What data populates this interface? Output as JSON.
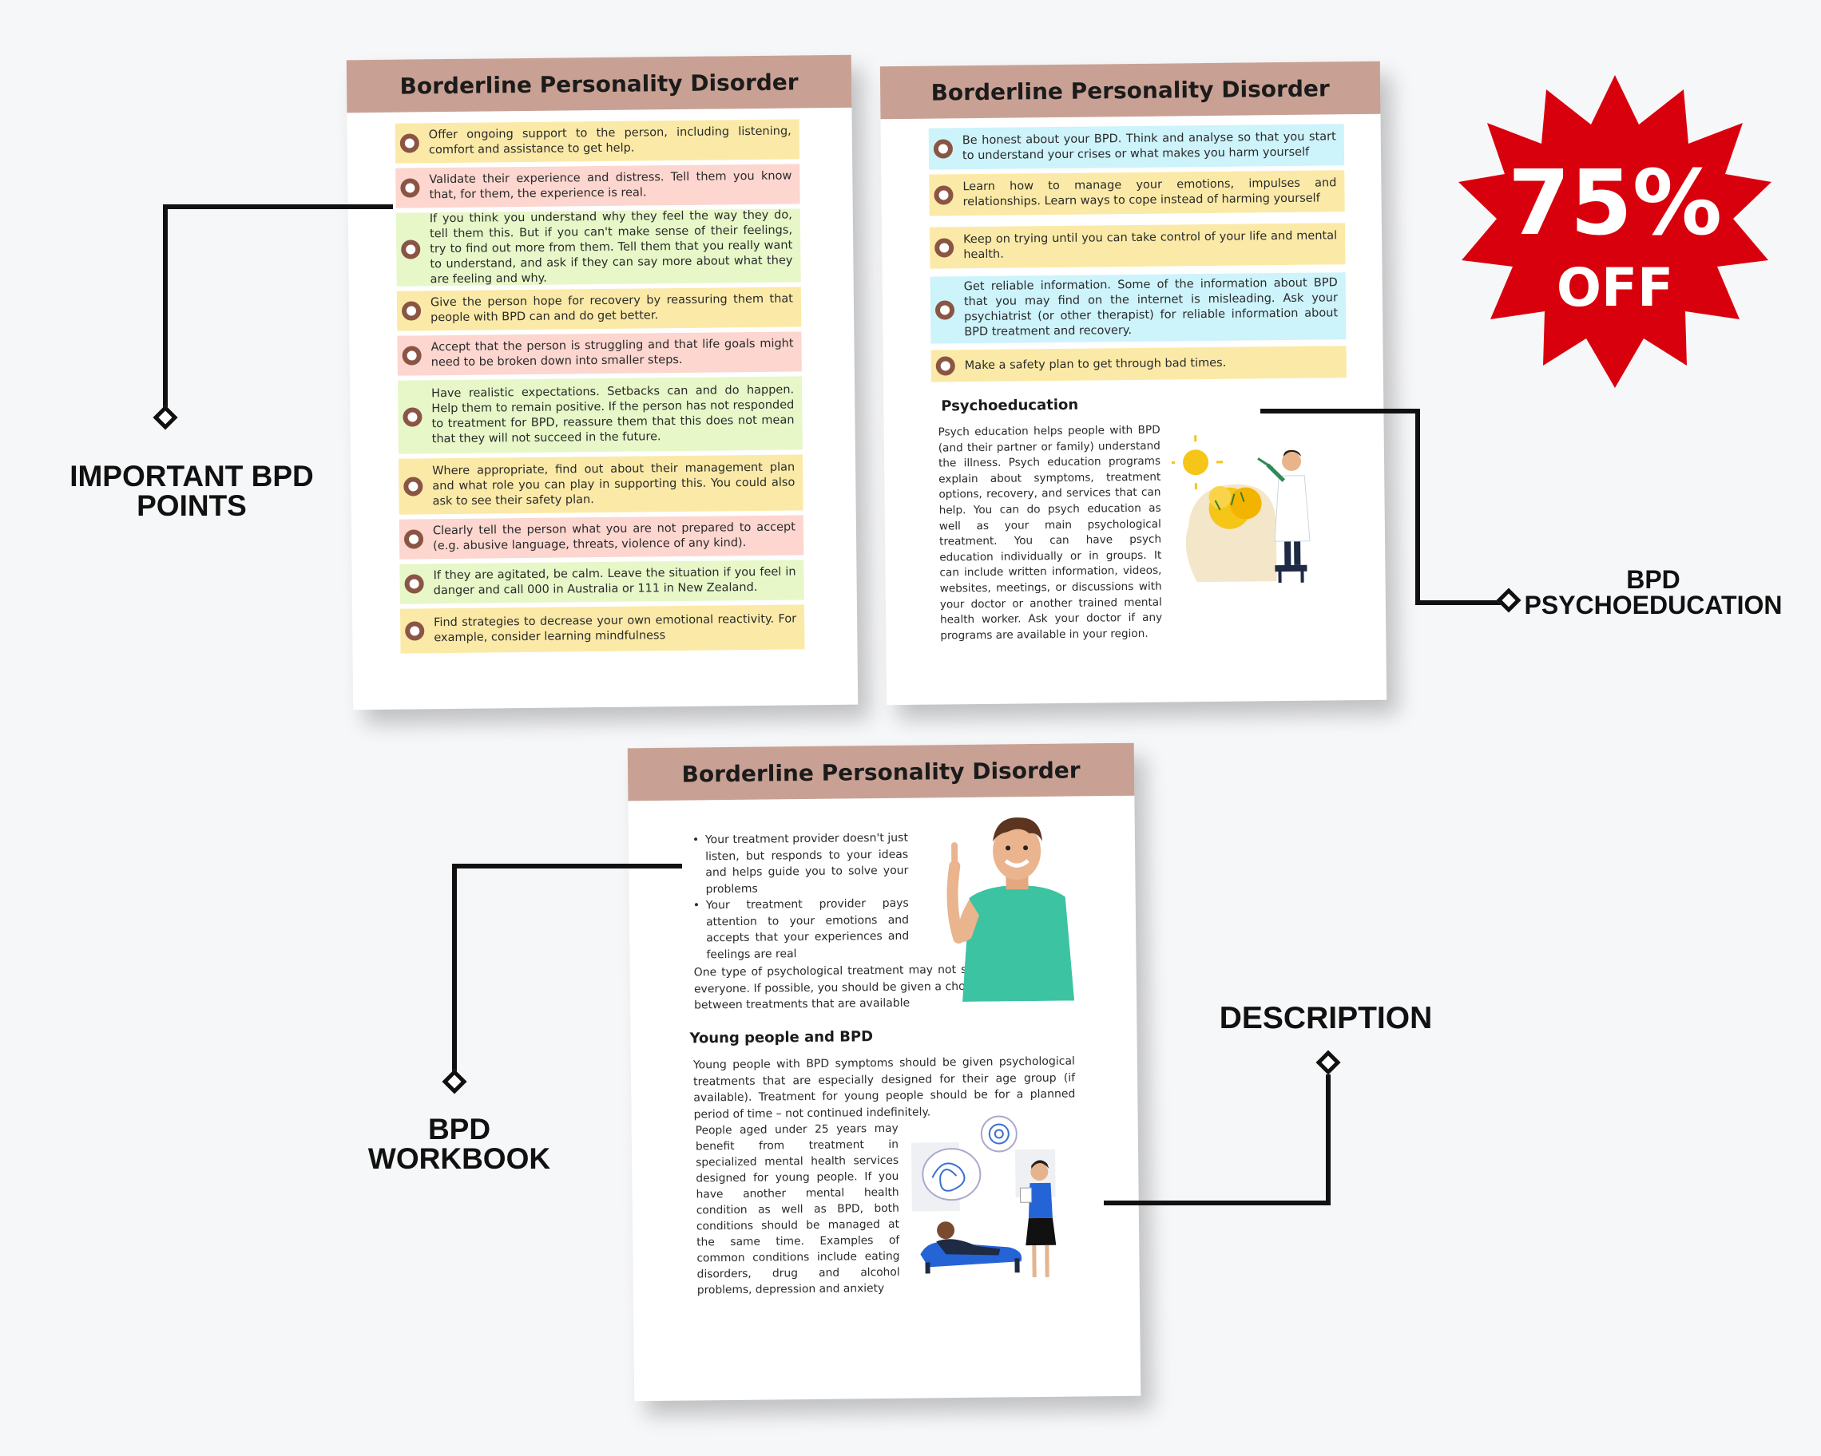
{
  "badge": {
    "line1": "75%",
    "line2": "OFF",
    "color": "#d9000d"
  },
  "labels": {
    "important_points": [
      "IMPORTANT BPD",
      "POINTS"
    ],
    "psychoeducation": [
      "BPD",
      "PSYCHOEDUCATION"
    ],
    "workbook": [
      "BPD",
      "WORKBOOK"
    ],
    "description": "DESCRIPTION"
  },
  "page1": {
    "title": "Borderline Personality Disorder",
    "tips": [
      "Offer ongoing support to the person, including listening, comfort and assistance to get help.",
      "Validate their experience and distress. Tell them you know that, for them, the experience is real.",
      "If you think you understand why they feel the way they do, tell them this. But if you can't make sense of their feelings, try to find out more from them. Tell them that you really want to understand, and ask if they can say more about what they are feeling and why.",
      "Give the person hope for recovery by reassuring them that people with BPD can and do get better.",
      "Accept that the person is struggling and that life goals might need to be broken down into smaller steps.",
      "Have realistic expectations. Setbacks can and do happen. Help them to remain positive. If the person has not responded to treatment for BPD, reassure them that this does not mean that they will not succeed in the future.",
      "Where appropriate, find out about their management plan and what role you can play in supporting this. You could also ask to see their safety plan.",
      "Clearly tell the person what you are not prepared to accept (e.g. abusive language, threats, violence of any kind).",
      "If they are agitated, be calm. Leave the situation if you feel in danger and call 000 in Australia or 111 in New Zealand.",
      "Find strategies to decrease your own emotional reactivity. For example, consider learning mindfulness"
    ]
  },
  "page2": {
    "title": "Borderline Personality Disorder",
    "tips": [
      "Be honest about your BPD. Think and analyse so that you start to understand your crises or what makes you harm yourself",
      "Learn how to manage your emotions, impulses and relationships. Learn ways to cope instead of harming yourself",
      "Keep on trying until you can take control of your life and mental health.",
      "Get reliable information. Some of the information about BPD that you may find on the internet is misleading. Ask your psychiatrist (or other therapist) for reliable information about BPD treatment and recovery.",
      "Make a safety plan to get through bad times."
    ],
    "heading": "Psychoeducation",
    "paragraph": "Psych education helps people with BPD (and their partner or family) understand the illness. Psych education programs explain about symptoms, treatment options, recovery, and services that can help. You can do psych education as well as your main psychological treatment. You can have psych education individually or in groups. It can include written information, videos, websites, meetings, or discussions with your doctor or another trained mental health worker. Ask your doctor if any programs are available in your region."
  },
  "page3": {
    "title": "Borderline Personality Disorder",
    "bullets": [
      "Your treatment provider doesn't just listen, but responds to your ideas and helps guide you to solve your problems",
      "Your treatment provider pays attention to your emotions and accepts that your experiences and feelings are real"
    ],
    "para1": "One type of psychological treatment may not suit everyone. If possible, you should be given a choice between treatments that are available",
    "heading": "Young people and BPD",
    "para2": "Young people with BPD symptoms should be given psychological treatments that are especially designed for their age group (if available). Treatment for young people should be for a planned period of time – not continued indefinitely.",
    "para3": "People aged under 25 years may benefit from treatment in specialized mental health services designed for young people. If you have another mental health condition as well as BPD, both conditions should be managed at the same time. Examples of common conditions include eating disorders, drug and alcohol problems, depression and anxiety"
  }
}
